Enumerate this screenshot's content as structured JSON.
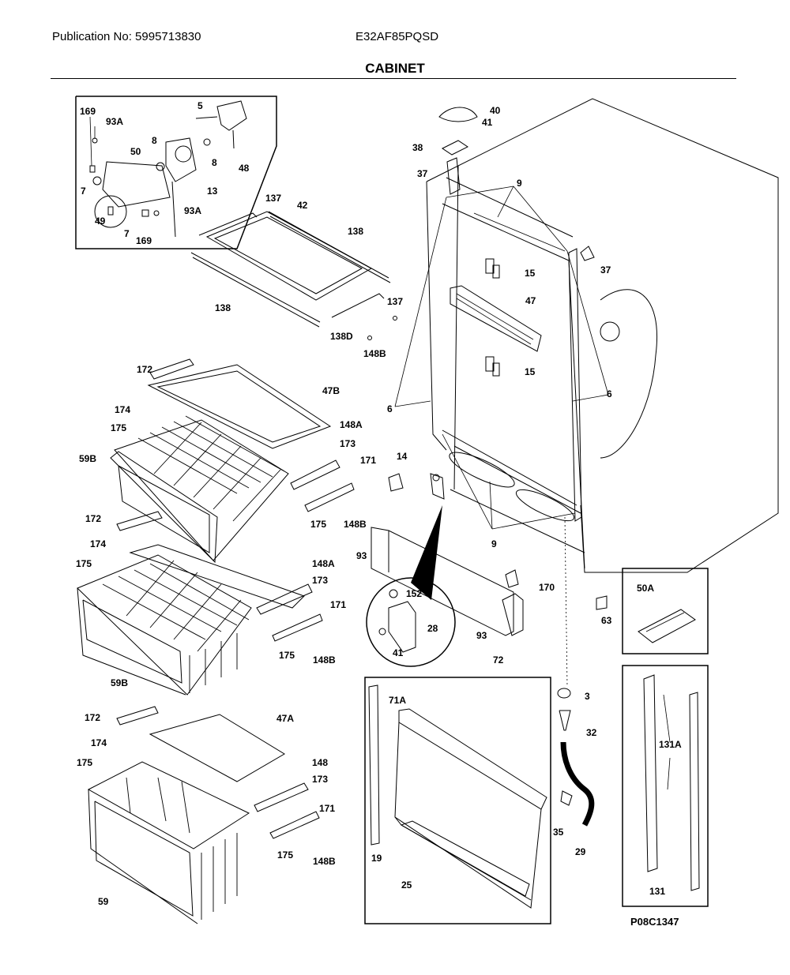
{
  "header": {
    "publication_label": "Publication No: 5995713830",
    "model": "E32AF85PQSD",
    "title": "CABINET"
  },
  "figure_code": "P08C1347",
  "callouts": [
    {
      "id": "169-a",
      "text": "169"
    },
    {
      "id": "93A-a",
      "text": "93A"
    },
    {
      "id": "5",
      "text": "5"
    },
    {
      "id": "50",
      "text": "50"
    },
    {
      "id": "8-a",
      "text": "8"
    },
    {
      "id": "8-b",
      "text": "8"
    },
    {
      "id": "48",
      "text": "48"
    },
    {
      "id": "7-a",
      "text": "7"
    },
    {
      "id": "13",
      "text": "13"
    },
    {
      "id": "49",
      "text": "49"
    },
    {
      "id": "93A-b",
      "text": "93A"
    },
    {
      "id": "7-b",
      "text": "7"
    },
    {
      "id": "169-b",
      "text": "169"
    },
    {
      "id": "137-a",
      "text": "137"
    },
    {
      "id": "42",
      "text": "42"
    },
    {
      "id": "138-a",
      "text": "138"
    },
    {
      "id": "138-b",
      "text": "138"
    },
    {
      "id": "137-b",
      "text": "137"
    },
    {
      "id": "138D",
      "text": "138D"
    },
    {
      "id": "148B-a",
      "text": "148B"
    },
    {
      "id": "40",
      "text": "40"
    },
    {
      "id": "41-a",
      "text": "41"
    },
    {
      "id": "38",
      "text": "38"
    },
    {
      "id": "37-a",
      "text": "37"
    },
    {
      "id": "9-a",
      "text": "9"
    },
    {
      "id": "37-b",
      "text": "37"
    },
    {
      "id": "15-a",
      "text": "15"
    },
    {
      "id": "47",
      "text": "47"
    },
    {
      "id": "15-b",
      "text": "15"
    },
    {
      "id": "6-a",
      "text": "6"
    },
    {
      "id": "6-b",
      "text": "6"
    },
    {
      "id": "172-a",
      "text": "172"
    },
    {
      "id": "47B",
      "text": "47B"
    },
    {
      "id": "174-a",
      "text": "174"
    },
    {
      "id": "175-a",
      "text": "175"
    },
    {
      "id": "148A-a",
      "text": "148A"
    },
    {
      "id": "59B-a",
      "text": "59B"
    },
    {
      "id": "173-a",
      "text": "173"
    },
    {
      "id": "171-a",
      "text": "171"
    },
    {
      "id": "14",
      "text": "14"
    },
    {
      "id": "175-b",
      "text": "175"
    },
    {
      "id": "148B-b",
      "text": "148B"
    },
    {
      "id": "172-b",
      "text": "172"
    },
    {
      "id": "9-b",
      "text": "9"
    },
    {
      "id": "174-b",
      "text": "174"
    },
    {
      "id": "93-a",
      "text": "93"
    },
    {
      "id": "175-c",
      "text": "175"
    },
    {
      "id": "148A-b",
      "text": "148A"
    },
    {
      "id": "173-b",
      "text": "173"
    },
    {
      "id": "170",
      "text": "170"
    },
    {
      "id": "171-b",
      "text": "171"
    },
    {
      "id": "152",
      "text": "152"
    },
    {
      "id": "50A",
      "text": "50A"
    },
    {
      "id": "63",
      "text": "63"
    },
    {
      "id": "28",
      "text": "28"
    },
    {
      "id": "93-b",
      "text": "93"
    },
    {
      "id": "175-d",
      "text": "175"
    },
    {
      "id": "148B-c",
      "text": "148B"
    },
    {
      "id": "41-b",
      "text": "41"
    },
    {
      "id": "72",
      "text": "72"
    },
    {
      "id": "59B-b",
      "text": "59B"
    },
    {
      "id": "3",
      "text": "3"
    },
    {
      "id": "71A",
      "text": "71A"
    },
    {
      "id": "32",
      "text": "32"
    },
    {
      "id": "172-c",
      "text": "172"
    },
    {
      "id": "47A",
      "text": "47A"
    },
    {
      "id": "131A",
      "text": "131A"
    },
    {
      "id": "174-c",
      "text": "174"
    },
    {
      "id": "175-e",
      "text": "175"
    },
    {
      "id": "148",
      "text": "148"
    },
    {
      "id": "173-c",
      "text": "173"
    },
    {
      "id": "171-c",
      "text": "171"
    },
    {
      "id": "35",
      "text": "35"
    },
    {
      "id": "175-f",
      "text": "175"
    },
    {
      "id": "148B-d",
      "text": "148B"
    },
    {
      "id": "29",
      "text": "29"
    },
    {
      "id": "19",
      "text": "19"
    },
    {
      "id": "59",
      "text": "59"
    },
    {
      "id": "25",
      "text": "25"
    },
    {
      "id": "131",
      "text": "131"
    }
  ]
}
